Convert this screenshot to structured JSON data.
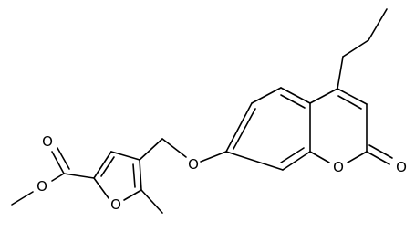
{
  "molecule": {
    "atoms": {
      "o_carbonyl_ester": "O",
      "o_methoxy": "O",
      "o_furan": "O",
      "o_ether": "O",
      "o_lactone": "O",
      "o_lactone_carbonyl": "O"
    }
  },
  "colors": {
    "bond": "#000000",
    "background": "#ffffff"
  }
}
